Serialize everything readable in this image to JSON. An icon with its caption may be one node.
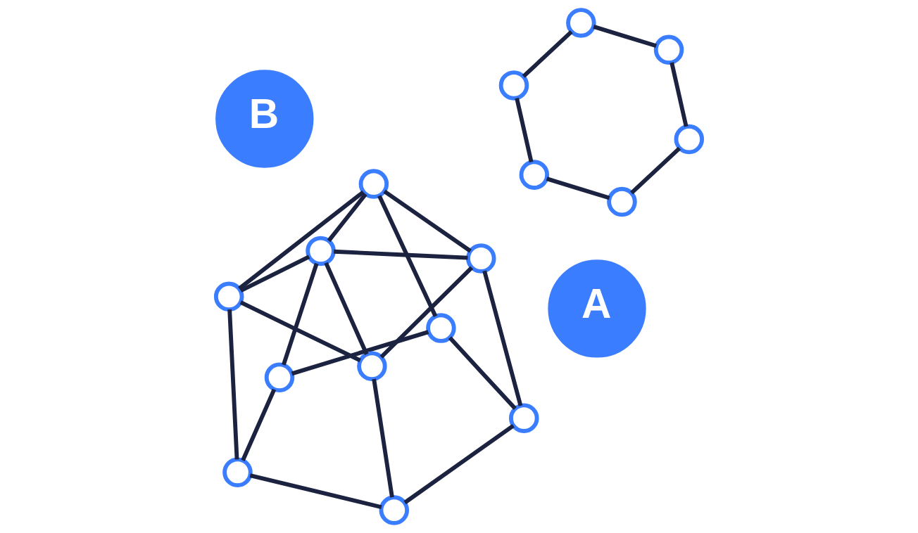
{
  "diagram": {
    "nodes": [
      {
        "text": [
          "A"
        ]
      },
      {
        "text": [
          "B"
        ]
      },
      {
        "text": [],
        "shape": "circle"
      },
      {
        "text": [],
        "shape": "circle"
      },
      {
        "text": [],
        "shape": "circle"
      },
      {
        "text": [],
        "shape": "circle"
      },
      {
        "text": [],
        "shape": "circle"
      },
      {
        "text": [],
        "shape": "circle"
      },
      {
        "text": [],
        "shape": "circle"
      },
      {
        "text": [],
        "shape": "circle"
      },
      {
        "text": [],
        "shape": "circle"
      },
      {
        "text": [],
        "shape": "circle"
      },
      {
        "text": [],
        "shape": "circle"
      },
      {
        "text": [],
        "shape": "circle"
      },
      {
        "text": [],
        "shape": "circle"
      },
      {
        "text": [],
        "shape": "circle"
      },
      {
        "text": [],
        "shape": "circle"
      },
      {
        "text": [],
        "shape": "circle"
      }
    ],
    "edges": [
      {
        "from": 2,
        "to": 3,
        "arrow": "none"
      },
      {
        "from": 2,
        "to": 4,
        "arrow": "none"
      },
      {
        "from": 2,
        "to": 5,
        "arrow": "none"
      },
      {
        "from": 3,
        "to": 6,
        "arrow": "none"
      },
      {
        "from": 4,
        "to": 7,
        "arrow": "none"
      },
      {
        "from": 3,
        "to": 10,
        "arrow": "none"
      },
      {
        "from": 4,
        "to": 11,
        "arrow": "none"
      },
      {
        "from": 10,
        "to": 11,
        "arrow": "none"
      },
      {
        "from": 5,
        "to": 6,
        "arrow": "none"
      },
      {
        "from": 5,
        "to": 7,
        "arrow": "none"
      },
      {
        "from": 6,
        "to": 7,
        "arrow": "none"
      },
      {
        "from": 5,
        "to": 8,
        "arrow": "none"
      },
      {
        "from": 5,
        "to": 9,
        "arrow": "none"
      },
      {
        "from": 6,
        "to": 8,
        "arrow": "none"
      },
      {
        "from": 7,
        "to": 9,
        "arrow": "none"
      },
      {
        "from": 8,
        "to": 9,
        "arrow": "none"
      },
      {
        "from": 8,
        "to": 10,
        "arrow": "none"
      },
      {
        "from": 9,
        "to": 11,
        "arrow": "none"
      },
      {
        "from": 12,
        "to": 13,
        "arrow": "none"
      },
      {
        "from": 13,
        "to": 14,
        "arrow": "none"
      },
      {
        "from": 14,
        "to": 15,
        "arrow": "none"
      },
      {
        "from": 12,
        "to": 16,
        "arrow": "none"
      },
      {
        "from": 15,
        "to": 17,
        "arrow": "none"
      },
      {
        "from": 16,
        "to": 17,
        "arrow": "none"
      }
    ]
  }
}
